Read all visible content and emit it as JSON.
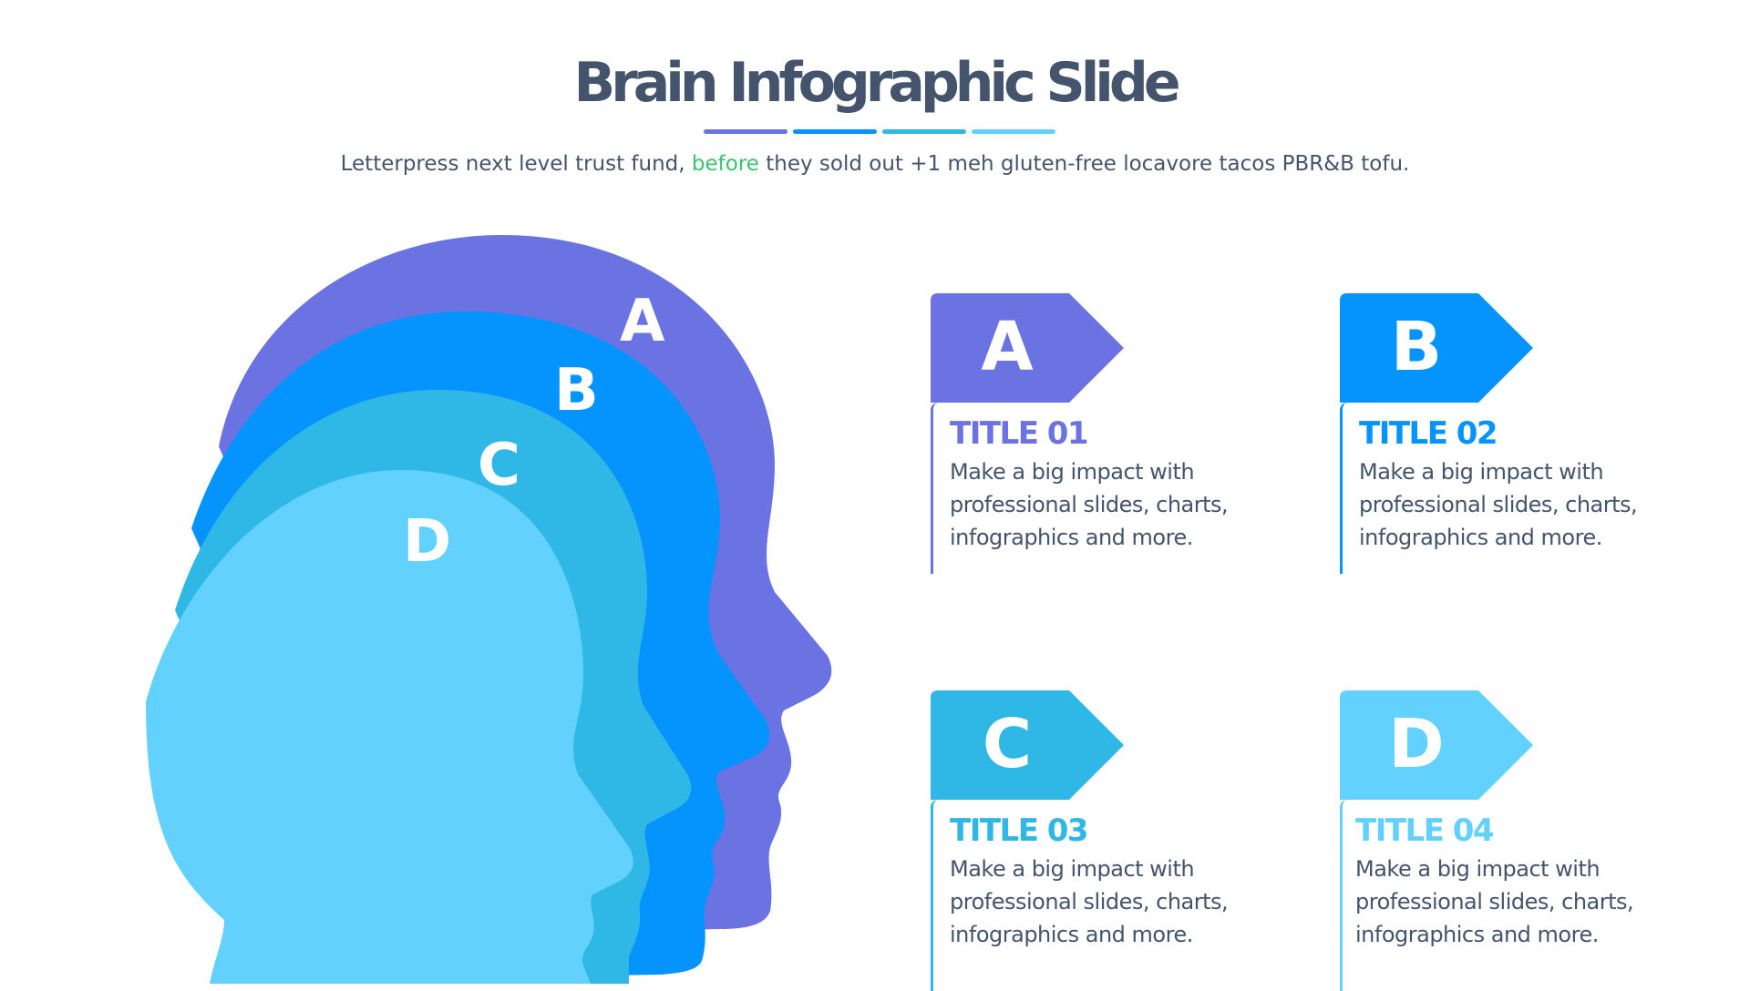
{
  "header": {
    "title": "Brain Infographic Slide",
    "subtitle_before": "Letterpress next level trust fund, ",
    "subtitle_highlight": "before",
    "subtitle_after": " they sold out +1 meh gluten-free locavore tacos PBR&B tofu.",
    "highlight_color": "#39c46b",
    "title_color": "#44546c"
  },
  "colors": {
    "a": "#6b73e3",
    "b": "#0593fe",
    "c": "#2fb8e6",
    "d": "#63d1fd"
  },
  "heads": [
    {
      "letter": "A",
      "color": "#6b73e3"
    },
    {
      "letter": "B",
      "color": "#0593fe"
    },
    {
      "letter": "C",
      "color": "#2fb8e6"
    },
    {
      "letter": "D",
      "color": "#63d1fd"
    }
  ],
  "cards": [
    {
      "letter": "A",
      "title": "TITLE 01",
      "text": "Make a big impact with professional slides, charts, infographics and more.",
      "color": "#6b73e3"
    },
    {
      "letter": "B",
      "title": "TITLE 02",
      "text": "Make a big impact with professional slides, charts, infographics and more.",
      "color": "#0593fe"
    },
    {
      "letter": "C",
      "title": "TITLE 03",
      "text": "Make a big impact with professional slides, charts, infographics and more.",
      "color": "#2fb8e6"
    },
    {
      "letter": "D",
      "title": "TITLE 04",
      "text": "Make a big impact with professional slides, charts, infographics and more.",
      "color": "#63d1fd"
    }
  ]
}
